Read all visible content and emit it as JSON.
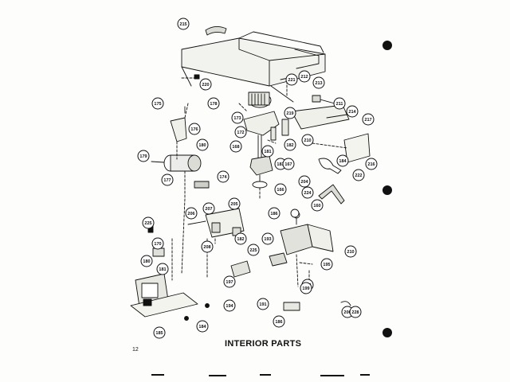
{
  "title": "INTERIOR PARTS",
  "page_number": "12",
  "colors": {
    "ink": "#111111",
    "paper": "#fdfdfb"
  },
  "callouts": [
    {
      "id": "c215",
      "label": "215"
    },
    {
      "id": "c220",
      "label": "220"
    },
    {
      "id": "c221",
      "label": "221"
    },
    {
      "id": "c212",
      "label": "212"
    },
    {
      "id": "c213",
      "label": "213"
    },
    {
      "id": "c219",
      "label": "219"
    },
    {
      "id": "c211",
      "label": "211"
    },
    {
      "id": "c214",
      "label": "214"
    },
    {
      "id": "c217",
      "label": "217"
    },
    {
      "id": "c210",
      "label": "210"
    },
    {
      "id": "c175",
      "label": "175"
    },
    {
      "id": "c178",
      "label": "178"
    },
    {
      "id": "c173",
      "label": "173"
    },
    {
      "id": "c176",
      "label": "176"
    },
    {
      "id": "c172",
      "label": "172"
    },
    {
      "id": "c168",
      "label": "168"
    },
    {
      "id": "c181",
      "label": "181"
    },
    {
      "id": "c182",
      "label": "182"
    },
    {
      "id": "c183",
      "label": "183"
    },
    {
      "id": "c167",
      "label": "167"
    },
    {
      "id": "c179",
      "label": "179"
    },
    {
      "id": "c180",
      "label": "180"
    },
    {
      "id": "c177",
      "label": "177"
    },
    {
      "id": "c174",
      "label": "174"
    },
    {
      "id": "c166",
      "label": "166"
    },
    {
      "id": "c184",
      "label": "184"
    },
    {
      "id": "c222",
      "label": "222"
    },
    {
      "id": "c216",
      "label": "216"
    },
    {
      "id": "c204",
      "label": "204"
    },
    {
      "id": "c224",
      "label": "224"
    },
    {
      "id": "c160",
      "label": "160"
    },
    {
      "id": "c225",
      "label": "225"
    },
    {
      "id": "c206",
      "label": "206"
    },
    {
      "id": "c207",
      "label": "207"
    },
    {
      "id": "c205",
      "label": "205"
    },
    {
      "id": "c186",
      "label": "186"
    },
    {
      "id": "c170",
      "label": "170"
    },
    {
      "id": "c182b",
      "label": "182"
    },
    {
      "id": "c208",
      "label": "208"
    },
    {
      "id": "c193",
      "label": "193"
    },
    {
      "id": "c210b",
      "label": "210"
    },
    {
      "id": "c225b",
      "label": "225"
    },
    {
      "id": "c180b",
      "label": "180"
    },
    {
      "id": "c181b",
      "label": "181"
    },
    {
      "id": "c195",
      "label": "195"
    },
    {
      "id": "c197",
      "label": "197"
    },
    {
      "id": "c198",
      "label": "198"
    },
    {
      "id": "c191",
      "label": "191"
    },
    {
      "id": "c194",
      "label": "194"
    },
    {
      "id": "c184b",
      "label": "184"
    },
    {
      "id": "c185",
      "label": "185"
    },
    {
      "id": "c186b",
      "label": "186"
    },
    {
      "id": "c199",
      "label": "199"
    },
    {
      "id": "c200",
      "label": "200"
    },
    {
      "id": "c228",
      "label": "228"
    }
  ]
}
